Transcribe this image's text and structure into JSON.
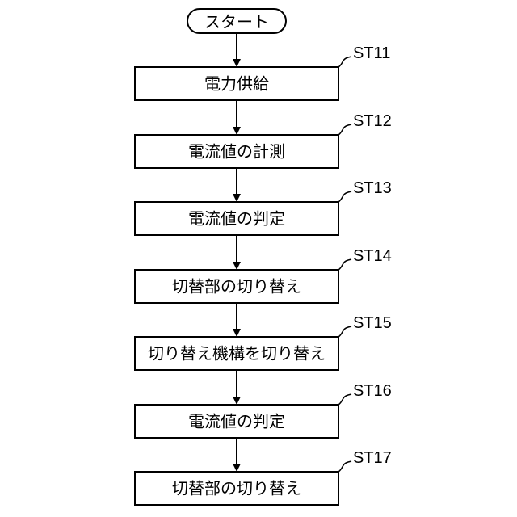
{
  "flowchart": {
    "start": {
      "label": "スタート"
    },
    "steps": [
      {
        "id": "ST11",
        "label": "電力供給"
      },
      {
        "id": "ST12",
        "label": "電流値の計測"
      },
      {
        "id": "ST13",
        "label": "電流値の判定"
      },
      {
        "id": "ST14",
        "label": "切替部の切り替え"
      },
      {
        "id": "ST15",
        "label": "切り替え機構を切り替え"
      },
      {
        "id": "ST16",
        "label": "電流値の判定"
      },
      {
        "id": "ST17",
        "label": "切替部の切り替え"
      }
    ]
  }
}
